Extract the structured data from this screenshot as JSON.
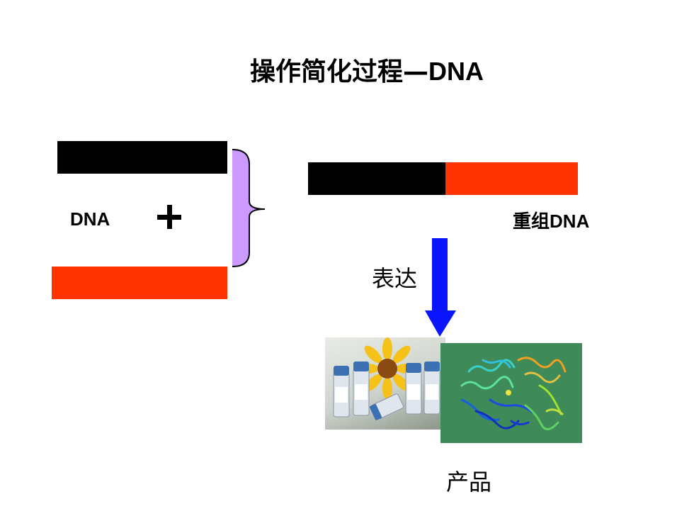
{
  "title": {
    "cjk": "操作简化过程",
    "dash": "—",
    "latin": "DNA"
  },
  "left": {
    "dna_label": "DNA",
    "plus": "+"
  },
  "right": {
    "recombinant_label_cjk": "重组",
    "recombinant_label_latin": "DNA",
    "expression_label": "表达",
    "product_label": "产品"
  },
  "colors": {
    "vector_dna": "#000000",
    "gene_dna": "#ff3300",
    "brace_fill": "#cc99ff",
    "arrow": "#0a14ff",
    "protein_background": "#3e8a58"
  },
  "images": {
    "left_photo": "vaccine-vials-with-sunflower",
    "right_photo": "protein-structure-ribbon-model"
  }
}
